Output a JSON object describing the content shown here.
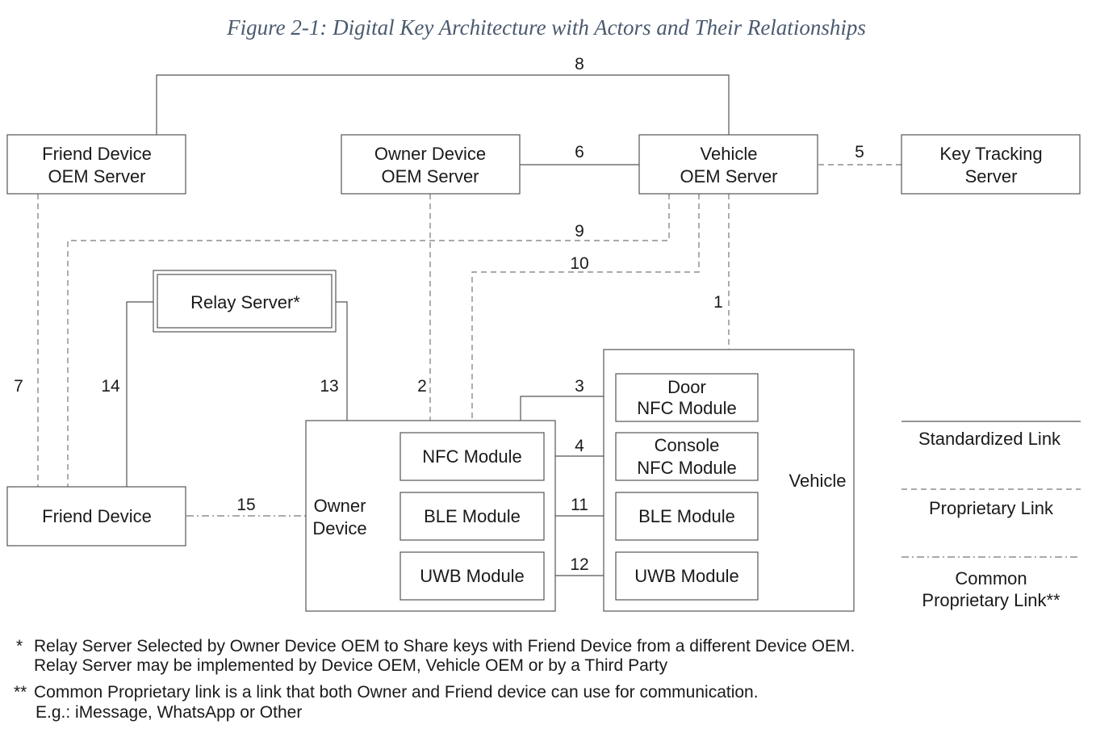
{
  "figure": {
    "caption": "Figure 2-1: Digital Key Architecture with Actors and Their Relationships"
  },
  "nodes": {
    "friend_oem": [
      "Friend Device",
      "OEM Server"
    ],
    "owner_oem": [
      "Owner Device",
      "OEM Server"
    ],
    "vehicle_oem": [
      "Vehicle",
      "OEM Server"
    ],
    "key_tracking": [
      "Key Tracking",
      "Server"
    ],
    "relay": "Relay Server*",
    "friend_device": "Friend Device",
    "owner_device": [
      "Owner",
      "Device"
    ],
    "owner_nfc": "NFC Module",
    "owner_ble": "BLE Module",
    "owner_uwb": "UWB Module",
    "vehicle": "Vehicle",
    "door_nfc": [
      "Door",
      "NFC Module"
    ],
    "console_nfc": [
      "Console",
      "NFC Module"
    ],
    "vehicle_ble": "BLE Module",
    "vehicle_uwb": "UWB Module"
  },
  "links": {
    "l1": "1",
    "l2": "2",
    "l3": "3",
    "l4": "4",
    "l5": "5",
    "l6": "6",
    "l7": "7",
    "l8": "8",
    "l9": "9",
    "l10": "10",
    "l11": "11",
    "l12": "12",
    "l13": "13",
    "l14": "14",
    "l15": "15"
  },
  "legend": {
    "standardized": "Standardized Link",
    "proprietary": "Proprietary Link",
    "common": [
      "Common",
      "Proprietary Link**"
    ]
  },
  "notes": {
    "n1_marker": "*",
    "n1_line1": "Relay Server Selected by Owner Device OEM to Share keys with Friend Device from a different Device OEM.",
    "n1_line2": "Relay Server may be implemented by Device OEM, Vehicle OEM or by a Third Party",
    "n2_marker": "**",
    "n2_line1": "Common Proprietary link is a link that both Owner and Friend device can use for communication.",
    "n2_line2": "E.g.: iMessage, WhatsApp or Other"
  }
}
